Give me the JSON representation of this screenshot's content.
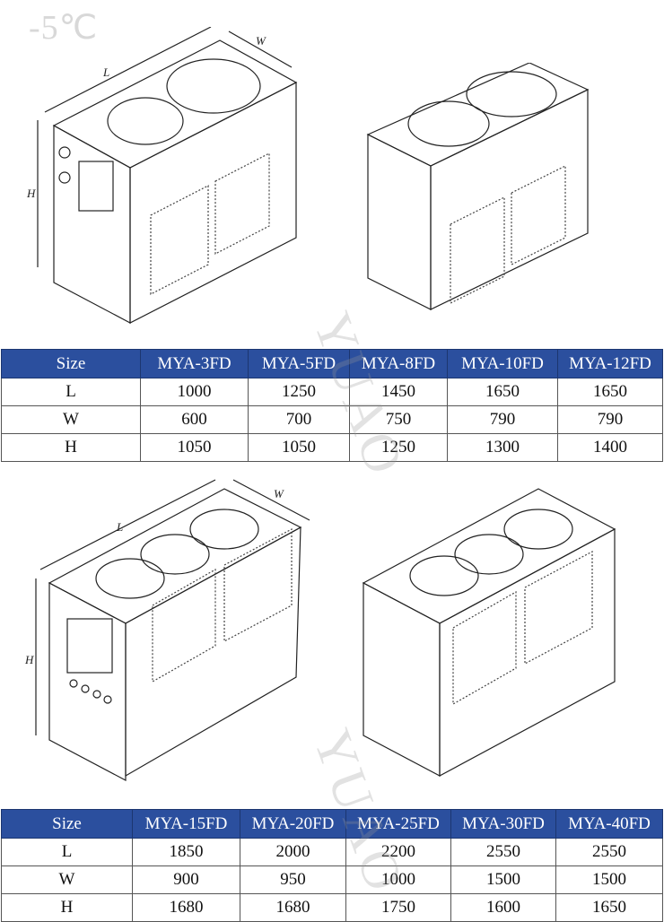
{
  "temperature_label": "-5℃",
  "dimension_labels": {
    "length": "L",
    "width": "W",
    "height": "H"
  },
  "watermark": "YUAO",
  "table1": {
    "header": [
      "Size",
      "MYA-3FD",
      "MYA-5FD",
      "MYA-8FD",
      "MYA-10FD",
      "MYA-12FD"
    ],
    "rows": [
      [
        "L",
        "1000",
        "1250",
        "1450",
        "1650",
        "1650"
      ],
      [
        "W",
        "600",
        "700",
        "750",
        "790",
        "790"
      ],
      [
        "H",
        "1050",
        "1050",
        "1250",
        "1300",
        "1400"
      ]
    ]
  },
  "table2": {
    "header": [
      "Size",
      "MYA-15FD",
      "MYA-20FD",
      "MYA-25FD",
      "MYA-30FD",
      "MYA-40FD"
    ],
    "rows": [
      [
        "L",
        "1850",
        "2000",
        "2200",
        "2550",
        "2550"
      ],
      [
        "W",
        "900",
        "950",
        "1000",
        "1500",
        "1500"
      ],
      [
        "H",
        "1680",
        "1680",
        "1750",
        "1600",
        "1650"
      ]
    ]
  }
}
